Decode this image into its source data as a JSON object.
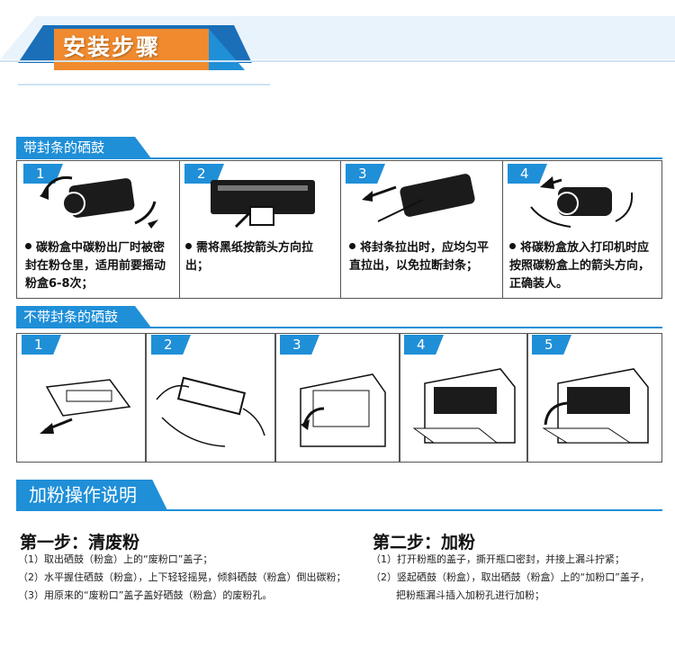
{
  "header": {
    "title": "安装步骤"
  },
  "sealed": {
    "tab": "带封条的硒鼓",
    "steps": [
      {
        "num": "1",
        "text": "碳粉盒中碳粉出厂时被密封在粉仓里，适用前要摇动粉盒6-8次；"
      },
      {
        "num": "2",
        "text": "需将黑纸按箭头方向拉出；"
      },
      {
        "num": "3",
        "text": "将封条拉出时，应均匀平直拉出，以免拉断封条；"
      },
      {
        "num": "4",
        "text": "将碳粉盒放入打印机时应按照碳粉盒上的箭头方向，正确装人。"
      }
    ]
  },
  "unsealed": {
    "tab": "不带封条的硒鼓",
    "steps": [
      {
        "num": "1"
      },
      {
        "num": "2"
      },
      {
        "num": "3"
      },
      {
        "num": "4"
      },
      {
        "num": "5"
      }
    ]
  },
  "refill": {
    "tab": "加粉操作说明",
    "step1": {
      "title": "第一步：清废粉",
      "lines": [
        "（1）取出硒鼓（粉盒）上的“废粉口”盖子；",
        "（2）水平握住硒鼓（粉盒），上下轻轻摇晃，倾斜硒鼓（粉盒）倒出碳粉；",
        "（3）用原来的“废粉口”盖子盖好硒鼓（粉盒）的废粉孔。"
      ]
    },
    "step2": {
      "title": "第二步：加粉",
      "lines": [
        "（1）打开粉瓶的盖子，撕开瓶口密封，并接上漏斗拧紧；",
        "（2）竖起硒鼓（粉盒），取出硒鼓（粉盒）上的“加粉口”盖子，",
        "把粉瓶漏斗插入加粉孔进行加粉；"
      ]
    }
  },
  "colors": {
    "accent": "#1f8fd8",
    "banner_dark": "#1a6fb8",
    "banner_light": "#e9f3fb",
    "title_box": "#f08a2e"
  }
}
